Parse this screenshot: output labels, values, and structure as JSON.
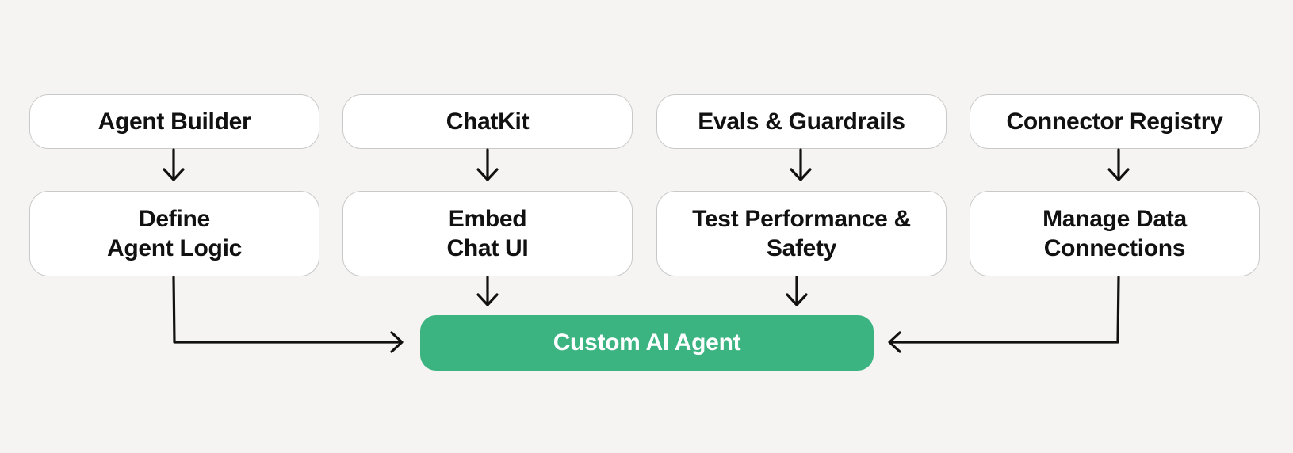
{
  "tools": [
    {
      "label": "Agent Builder"
    },
    {
      "label": "ChatKit"
    },
    {
      "label": "Evals & Guardrails"
    },
    {
      "label": "Connector Registry"
    }
  ],
  "functions": [
    {
      "label": "Define\nAgent Logic"
    },
    {
      "label": "Embed\nChat UI"
    },
    {
      "label": "Test Performance &\nSafety"
    },
    {
      "label": "Manage Data\nConnections"
    }
  ],
  "result": {
    "label": "Custom AI Agent",
    "color": "#3bb482"
  },
  "colors": {
    "background": "#f5f4f2",
    "box_fill": "#ffffff",
    "box_border": "#c9c9c9",
    "text": "#111111",
    "arrow": "#111111"
  }
}
